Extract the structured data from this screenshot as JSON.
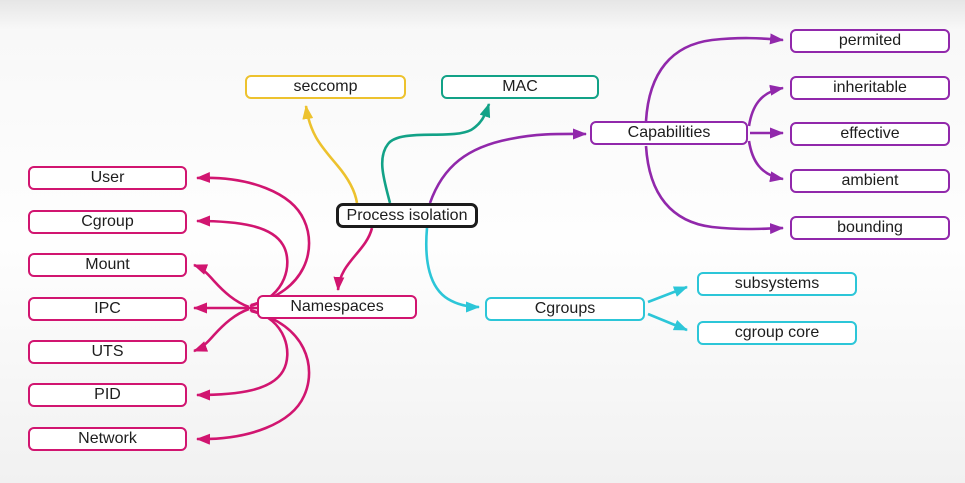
{
  "title": "Process isolation mind map",
  "colors": {
    "crimson": "#d11570",
    "yellow": "#edc22e",
    "teal": "#12a287",
    "purple": "#9128ab",
    "cyan": "#2cc6d8",
    "black": "#1c1c1c",
    "node_fill": "#ffffff",
    "text": "#1d1d1d"
  },
  "nodes": {
    "process_isolation": {
      "label": "Process isolation"
    },
    "seccomp": {
      "label": "seccomp"
    },
    "mac": {
      "label": "MAC"
    },
    "capabilities": {
      "label": "Capabilities"
    },
    "permited": {
      "label": "permited"
    },
    "inheritable": {
      "label": "inheritable"
    },
    "effective": {
      "label": "effective"
    },
    "ambient": {
      "label": "ambient"
    },
    "bounding": {
      "label": "bounding"
    },
    "cgroups": {
      "label": "Cgroups"
    },
    "subsystems": {
      "label": "subsystems"
    },
    "cgroup_core": {
      "label": "cgroup core"
    },
    "namespaces": {
      "label": "Namespaces"
    },
    "user": {
      "label": "User"
    },
    "cgroup": {
      "label": "Cgroup"
    },
    "mount": {
      "label": "Mount"
    },
    "ipc": {
      "label": "IPC"
    },
    "uts": {
      "label": "UTS"
    },
    "pid": {
      "label": "PID"
    },
    "network": {
      "label": "Network"
    }
  },
  "edges": [
    {
      "from": "Process isolation",
      "to": "seccomp",
      "color": "yellow"
    },
    {
      "from": "Process isolation",
      "to": "MAC",
      "color": "teal"
    },
    {
      "from": "Process isolation",
      "to": "Capabilities",
      "color": "purple"
    },
    {
      "from": "Process isolation",
      "to": "Namespaces",
      "color": "crimson"
    },
    {
      "from": "Process isolation",
      "to": "Cgroups",
      "color": "cyan"
    },
    {
      "from": "Capabilities",
      "to": "permited",
      "color": "purple"
    },
    {
      "from": "Capabilities",
      "to": "inheritable",
      "color": "purple"
    },
    {
      "from": "Capabilities",
      "to": "effective",
      "color": "purple"
    },
    {
      "from": "Capabilities",
      "to": "ambient",
      "color": "purple"
    },
    {
      "from": "Capabilities",
      "to": "bounding",
      "color": "purple"
    },
    {
      "from": "Cgroups",
      "to": "subsystems",
      "color": "cyan"
    },
    {
      "from": "Cgroups",
      "to": "cgroup core",
      "color": "cyan"
    },
    {
      "from": "Namespaces",
      "to": "User",
      "color": "crimson"
    },
    {
      "from": "Namespaces",
      "to": "Cgroup",
      "color": "crimson"
    },
    {
      "from": "Namespaces",
      "to": "Mount",
      "color": "crimson"
    },
    {
      "from": "Namespaces",
      "to": "IPC",
      "color": "crimson"
    },
    {
      "from": "Namespaces",
      "to": "UTS",
      "color": "crimson"
    },
    {
      "from": "Namespaces",
      "to": "PID",
      "color": "crimson"
    },
    {
      "from": "Namespaces",
      "to": "Network",
      "color": "crimson"
    }
  ]
}
